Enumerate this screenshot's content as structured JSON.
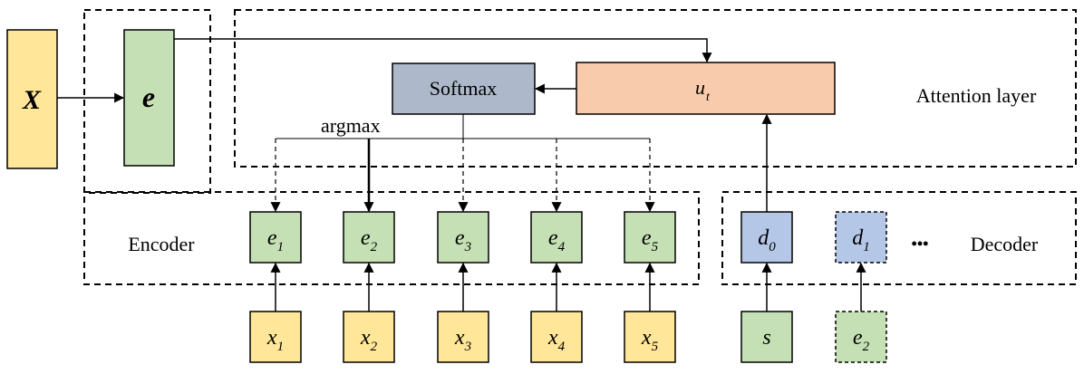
{
  "input": {
    "var": "X"
  },
  "embedding": {
    "var": "e"
  },
  "softmax": {
    "label": "Softmax"
  },
  "score": {
    "base": "u",
    "sub": "t"
  },
  "attention": {
    "label": "Attention layer"
  },
  "argmax": {
    "label": "argmax"
  },
  "encoder": {
    "label": "Encoder",
    "cells": [
      {
        "base": "e",
        "sub": "1"
      },
      {
        "base": "e",
        "sub": "2"
      },
      {
        "base": "e",
        "sub": "3"
      },
      {
        "base": "e",
        "sub": "4"
      },
      {
        "base": "e",
        "sub": "5"
      }
    ],
    "inputs": [
      {
        "base": "x",
        "sub": "1"
      },
      {
        "base": "x",
        "sub": "2"
      },
      {
        "base": "x",
        "sub": "3"
      },
      {
        "base": "x",
        "sub": "4"
      },
      {
        "base": "x",
        "sub": "5"
      }
    ]
  },
  "decoder": {
    "label": "Decoder",
    "ellipsis": "•••",
    "cells": [
      {
        "base": "d",
        "sub": "0"
      },
      {
        "base": "d",
        "sub": "1"
      }
    ],
    "inputs": [
      {
        "base": "s",
        "sub": ""
      },
      {
        "base": "e",
        "sub": "2"
      }
    ]
  },
  "colors": {
    "yellow": "#FFE699",
    "green": "#C5E0B4",
    "blue": "#B4C7E7",
    "slate": "#ADB9CA",
    "salmon": "#F8CBAD"
  }
}
